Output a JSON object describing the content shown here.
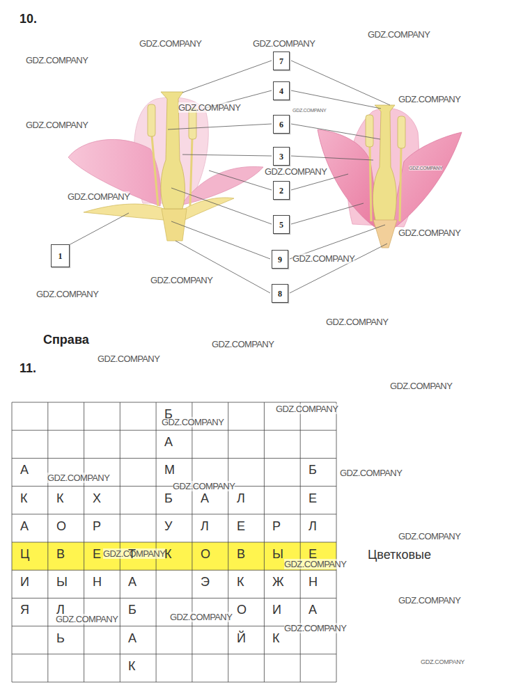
{
  "diagram": {
    "nodes": [
      {
        "text": [
          "7"
        ]
      },
      {
        "text": [
          "4"
        ]
      },
      {
        "text": [
          "6"
        ]
      },
      {
        "text": [
          "3"
        ]
      },
      {
        "text": [
          "2"
        ]
      },
      {
        "text": [
          "5"
        ]
      },
      {
        "text": [
          "1"
        ]
      },
      {
        "text": [
          "9"
        ]
      },
      {
        "text": [
          "8"
        ]
      }
    ],
    "labels": [
      "10.",
      "GDZ.COMPANY",
      "GDZ.COMPANY",
      "GDZ.COMPANY",
      "GDZ.COMPANY",
      "GDZ.COMPANY",
      "GDZ.COMPANY",
      "GDZ.COMPANY",
      "GDZ.COMPANY",
      "GDZ.COMPANY",
      "GDZ.COMPANY",
      "GDZ.COMPANY",
      "GDZ.COMPANY",
      "GDZ.COMPANY",
      "GDZ.COMPANY",
      "GDZ.COMPANY",
      "GDZ.COMPANY",
      "GDZ.COMPANY",
      "GDZ.COMPANY",
      "GDZ.COMPANY",
      "GDZ.COMPANY",
      "GDZ.COMPANY",
      "GDZ.COMPANY",
      "GDZ.COMPANY",
      "GDZ.COMPANY",
      "GDZ.COMPANY",
      "GDZ.COMPANY",
      "GDZ.COMPANY",
      "GDZ.COMPANY",
      "GDZ.COMPANY",
      "GDZ.COMPANY",
      "GDZ.COMPANY",
      "GDZ.COMPANY",
      "Справа",
      "11.",
      "Б",
      "А",
      "А",
      "М",
      "Б",
      "К",
      "К",
      "Х",
      "Б",
      "А",
      "Л",
      "Е",
      "А",
      "О",
      "Р",
      "У",
      "Л",
      "Е",
      "Р",
      "Л",
      "Ц",
      "В",
      "Е",
      "Т",
      "К",
      "О",
      "В",
      "Ы",
      "Е",
      "И",
      "Ы",
      "Н",
      "А",
      "Э",
      "К",
      "Ж",
      "Н",
      "Я",
      "Л",
      "Б",
      "О",
      "И",
      "А",
      "Ь",
      "А",
      "Й",
      "К",
      "К",
      "Цветковые"
    ]
  }
}
